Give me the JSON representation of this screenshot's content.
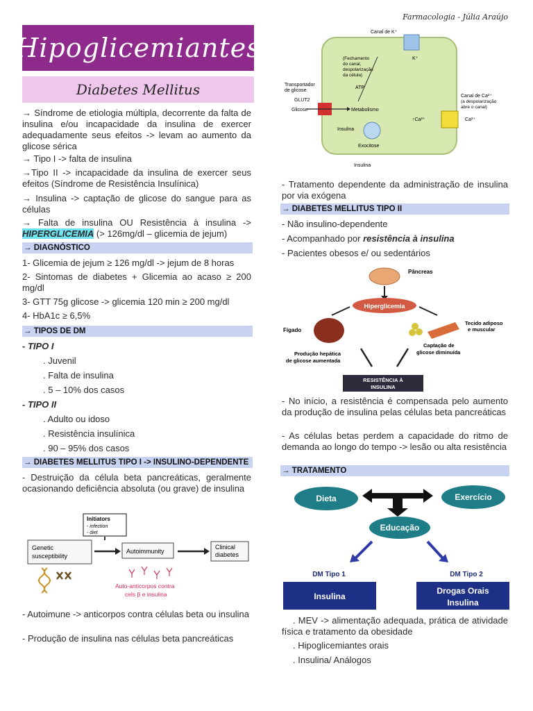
{
  "header": {
    "author": "Farmacologia - Júlia Araújo",
    "title": "Hipoglicemiantes",
    "subtitle": "Diabetes Mellitus"
  },
  "left": {
    "intro1": "→ Síndrome de etiologia múltipla, decorrente da falta de insulina e/ou incapacidade da insulina de exercer adequadamente seus efeitos -> levam ao aumento da glicose sérica",
    "intro2": "→ Tipo I -> falta de insulina",
    "intro3": "→Tipo II -> incapacidade da insulina de exercer seus efeitos (Síndrome de Resistência Insulínica)",
    "intro4": "→ Insulina -> captação de glicose do sangue para as células",
    "intro5a": "→ Falta de insulina OU Resistência à insulina ->",
    "intro5b": "HIPERGLICEMIA",
    "intro5c": "(> 126mg/dl – glicemia de jejum)",
    "diag_head": "→ DIAGNÓSTICO",
    "diag": [
      "1- Glicemia de jejum ≥ 126 mg/dl -> jejum de 8 horas",
      "2- Sintomas de diabetes + Glicemia ao acaso ≥ 200 mg/dl",
      "3- GTT 75g glicose -> glicemia 120 min ≥ 200 mg/dl",
      "4- HbA1c ≥ 6,5%"
    ],
    "tipos_head": "→ TIPOS DE DM",
    "tipo1": "- TIPO I",
    "tipo1_items": [
      ". Juvenil",
      ". Falta de insulina",
      ". 5 – 10% dos casos"
    ],
    "tipo2": "- TIPO II",
    "tipo2_items": [
      ". Adulto ou idoso",
      ". Resistência insulínica",
      ". 90 – 95% dos casos"
    ],
    "dm1_head": "→ DIABETES MELLITUS TIPO I -> INSULINO-DEPENDENTE",
    "dm1_p1": "- Destruição da célula beta pancreáticas, geralmente ocasionando deficiência absoluta (ou grave) de insulina",
    "dm1_p2": "- Autoimune -> anticorpos contra células beta ou insulina",
    "dm1_p3": "- Produção de insulina nas células beta pancreáticas"
  },
  "fig_autoimmune": {
    "initiators": "Initiators",
    "inf": "- infection",
    "diet": "- diet",
    "genetic1": "Genetic",
    "genetic2": "susceptibility",
    "auto": "Autoimmunity",
    "clin1": "Clinical",
    "clin2": "diabetes",
    "ac1": "Auto-anticorpos contra",
    "ac2": "cels β e insulina"
  },
  "fig_cell": {
    "kch": "Canal de K⁺",
    "k": "K⁺",
    "fech1": "(Fechamento",
    "fech2": "do canal,",
    "fech3": "despolarização",
    "fech4": "da célula)",
    "transp1": "Transportador",
    "transp2": "de glicose",
    "glut2": "GLUT2",
    "atp": "ATP",
    "glicose": "Glicose",
    "metab": "Metabolismo",
    "cach": "Canal de Ca²⁺",
    "cach2": "(a despolarização",
    "cach3": "abre o canal)",
    "ca": "Ca²⁺",
    "ca_up": "↑Ca²⁺",
    "insulina": "Insulina",
    "exo": "Exocitose",
    "insulina2": "Insulina"
  },
  "right": {
    "p1": "- Tratamento dependente da administração de insulina por via exógena",
    "dm2_head": "→ DIABETES MELLITUS TIPO II",
    "dm2_1": "- Não insulino-dependente",
    "dm2_2a": "- Acompanhado por",
    "dm2_2b": "resistência à insulina",
    "dm2_3": "- Pacientes obesos e/ ou sedentários",
    "p2": "- No início, a resistência é compensada pelo aumento da produção de insulina pelas células beta pancreáticas",
    "p3": "- As células betas perdem a capacidade do ritmo de demanda ao longo do tempo -> lesão ou alta resistência",
    "trat_head": "→ TRATAMENTO",
    "t1": ". MEV -> alimentação adequada, prática de atividade física e tratamento da obesidade",
    "t2": ". Hipoglicemiantes orais",
    "t3": ". Insulina/ Análogos"
  },
  "fig_cycle": {
    "pancreas": "Pâncreas",
    "hiper": "Hiperglicemia",
    "figado": "Fígado",
    "tecido1": "Tecido adiposo",
    "tecido2": "e muscular",
    "prod1": "Produção hepática",
    "prod2": "de glicose aumentada",
    "capt1": "Captação de",
    "capt2": "glicose diminuída",
    "res1": "RESISTÊNCIA À",
    "res2": "INSULINA"
  },
  "fig_trat": {
    "dieta": "Dieta",
    "exercicio": "Exercício",
    "educacao": "Educação",
    "dm1": "DM Tipo 1",
    "dm2": "DM Tipo 2",
    "insulina": "Insulina",
    "drogas1": "Drogas Orais",
    "drogas2": "Insulina"
  }
}
